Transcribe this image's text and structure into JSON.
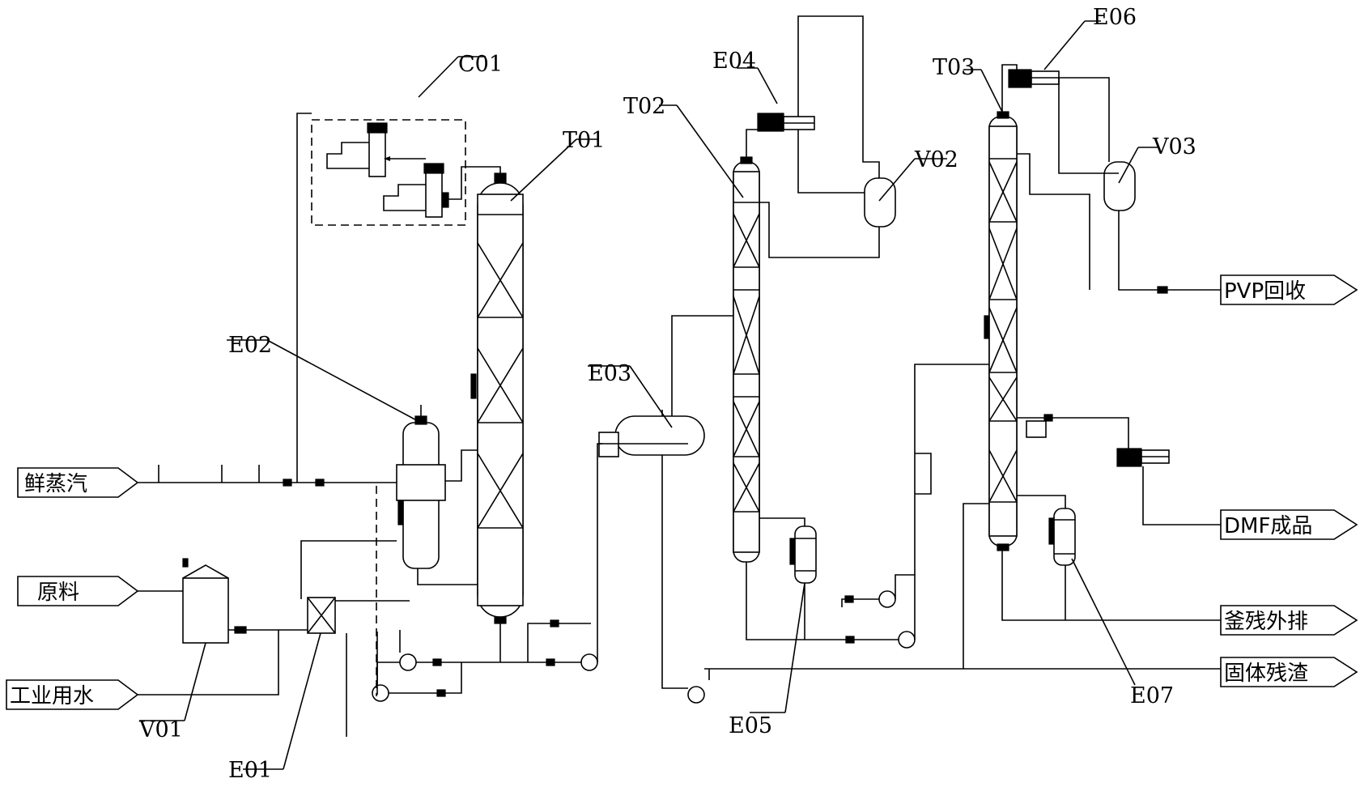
{
  "equipment_labels": {
    "c01": "C01",
    "t01": "T01",
    "t02": "T02",
    "t03": "T03",
    "e01": "E01",
    "e02": "E02",
    "e03": "E03",
    "e04": "E04",
    "e05": "E05",
    "e06": "E06",
    "e07": "E07",
    "v01": "V01",
    "v02": "V02",
    "v03": "V03"
  },
  "streams": {
    "steam": "鲜蒸汽",
    "feed": "原料",
    "water": "工业用水",
    "pvp": "PVP回收",
    "dmf": "DMF成品",
    "bottoms": "釜残外排",
    "solids": "固体残渣"
  }
}
